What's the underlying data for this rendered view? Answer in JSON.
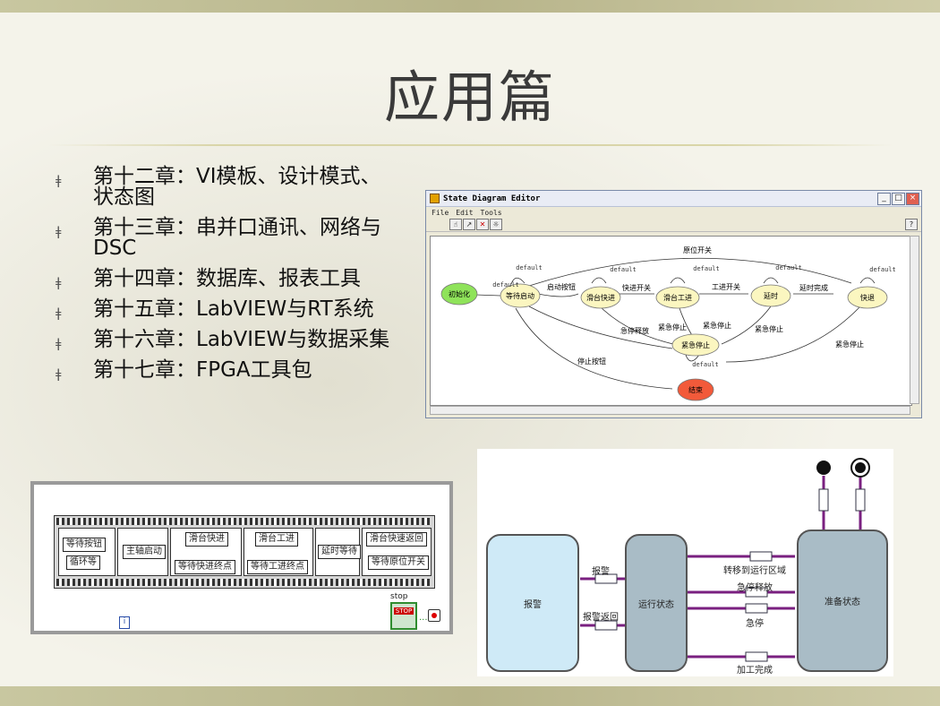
{
  "slide": {
    "title": "应用篇",
    "bullet_marker": "ǂ",
    "bullets": [
      "第十二章：VI模板、设计模式、状态图",
      "第十三章：串并口通讯、网络与DSC",
      "第十四章：数据库、报表工具",
      "第十五章：LabVIEW与RT系统",
      "第十六章：LabVIEW与数据采集",
      "第十七章：FPGA工具包"
    ]
  },
  "state_editor": {
    "window_title": "State Diagram Editor",
    "menu": [
      "File",
      "Edit",
      "Tools"
    ],
    "win_buttons": [
      "_",
      "□",
      "×"
    ],
    "help_glyph": "?",
    "states": [
      "初始化",
      "等待启动",
      "滑台快进",
      "滑台工进",
      "延时",
      "快退",
      "紧急停止",
      "结束"
    ],
    "transitions": [
      "原位开关",
      "启动按钮",
      "快进开关",
      "工进开关",
      "延时完成",
      "急停释放",
      "紧急停止",
      "紧急停止",
      "紧急停止",
      "紧急停止",
      "停止按钮"
    ],
    "default_label": "default",
    "colors": {
      "init": "#8fe35a",
      "state": "#fbf6c0",
      "end": "#f25a3a"
    }
  },
  "block_diagram": {
    "frames": [
      {
        "items": [
          "等待按钮",
          "循环等"
        ]
      },
      {
        "items": [
          "主轴启动"
        ]
      },
      {
        "items": [
          "滑台快进",
          "等待快进终点"
        ]
      },
      {
        "items": [
          "滑台工进",
          "等待工进终点"
        ]
      },
      {
        "items": [
          "延时等待"
        ]
      },
      {
        "items": [
          "滑台快速返回",
          "等待原位开关"
        ]
      }
    ],
    "stop_label": "stop",
    "stop_button": "STOP",
    "iteration": "i"
  },
  "statechart": {
    "states": {
      "alarm": "报警",
      "running": "运行状态",
      "ready": "准备状态"
    },
    "transitions": [
      "报警",
      "报警返回",
      "转移到运行区域",
      "急停释放",
      "急停",
      "加工完成"
    ],
    "colors": {
      "alarm": "#cfeaf7",
      "state": "#a9bcc6"
    }
  }
}
